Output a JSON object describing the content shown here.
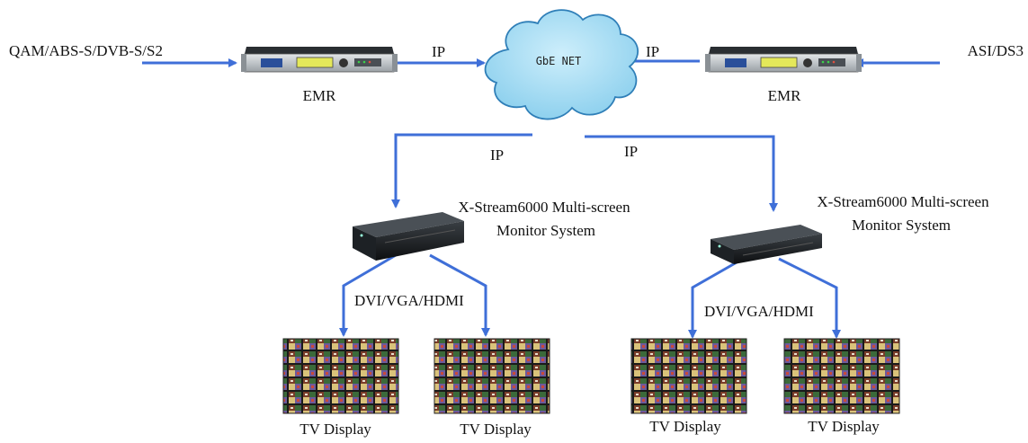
{
  "colors": {
    "arrow": "#3f6fd8",
    "cloud_fill": "#9fd9f3",
    "cloud_stroke": "#2f7fb8",
    "device_face": "#c3c8cc",
    "device_dark": "#15181b",
    "lcd": "#e4e85a"
  },
  "inputs": {
    "left": "QAM/ABS-S/DVB-S/S2",
    "right": "ASI/DS3"
  },
  "emr": {
    "left_label": "EMR",
    "right_label": "EMR"
  },
  "network": {
    "cloud_label": "GbE NET"
  },
  "links": {
    "ip_left_in": "IP",
    "ip_right_in": "IP",
    "ip_left_out": "IP",
    "ip_right_out": "IP"
  },
  "monitor_systems": [
    {
      "line1": "X-Stream6000 Multi-screen",
      "line2": "Monitor System",
      "output_label": "DVI/VGA/HDMI"
    },
    {
      "line1": "X-Stream6000 Multi-screen",
      "line2": "Monitor System",
      "output_label": "DVI/VGA/HDMI"
    }
  ],
  "displays": [
    {
      "label": "TV Display",
      "icon": "video-mosaic-icon"
    },
    {
      "label": "TV Display",
      "icon": "video-mosaic-icon"
    },
    {
      "label": "TV Display",
      "icon": "video-mosaic-icon"
    },
    {
      "label": "TV Display",
      "icon": "video-mosaic-icon"
    }
  ],
  "icons": {
    "emr": "rack-unit-icon",
    "monitor": "server-chassis-icon",
    "network": "cloud-icon"
  }
}
